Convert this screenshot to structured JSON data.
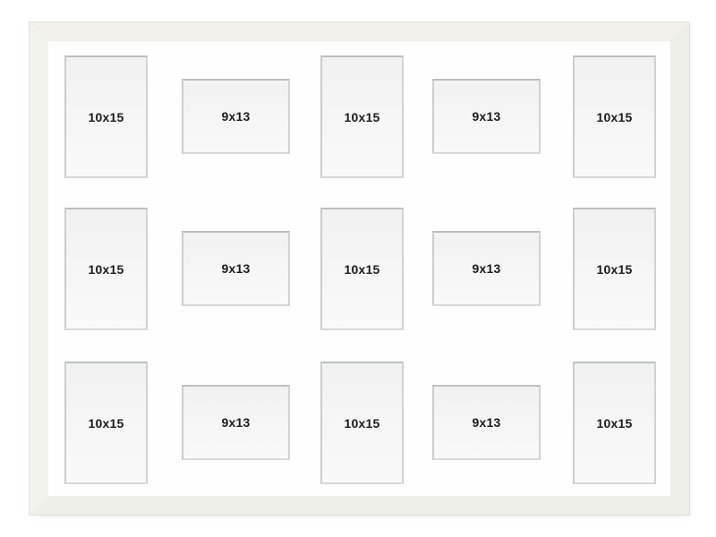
{
  "product_image": {
    "description": "White 15-aperture collage picture frame, 3 rows by 5 columns, alternating portrait and landscape mat openings",
    "colors": {
      "background": "#ffffff",
      "molding_face": "#f0f1ea",
      "mat_board": "#fefefe",
      "aperture_fill": "#f5f5f5",
      "aperture_border": "#c9cbcd",
      "label_text": "#1c1c1c"
    },
    "grid": {
      "rows": 3,
      "cols": 5
    },
    "apertures": [
      {
        "label": "10x15",
        "orientation": "portrait"
      },
      {
        "label": "9x13",
        "orientation": "landscape"
      },
      {
        "label": "10x15",
        "orientation": "portrait"
      },
      {
        "label": "9x13",
        "orientation": "landscape"
      },
      {
        "label": "10x15",
        "orientation": "portrait"
      },
      {
        "label": "10x15",
        "orientation": "portrait"
      },
      {
        "label": "9x13",
        "orientation": "landscape"
      },
      {
        "label": "10x15",
        "orientation": "portrait"
      },
      {
        "label": "9x13",
        "orientation": "landscape"
      },
      {
        "label": "10x15",
        "orientation": "portrait"
      },
      {
        "label": "10x15",
        "orientation": "portrait"
      },
      {
        "label": "9x13",
        "orientation": "landscape"
      },
      {
        "label": "10x15",
        "orientation": "portrait"
      },
      {
        "label": "9x13",
        "orientation": "landscape"
      },
      {
        "label": "10x15",
        "orientation": "portrait"
      }
    ]
  }
}
